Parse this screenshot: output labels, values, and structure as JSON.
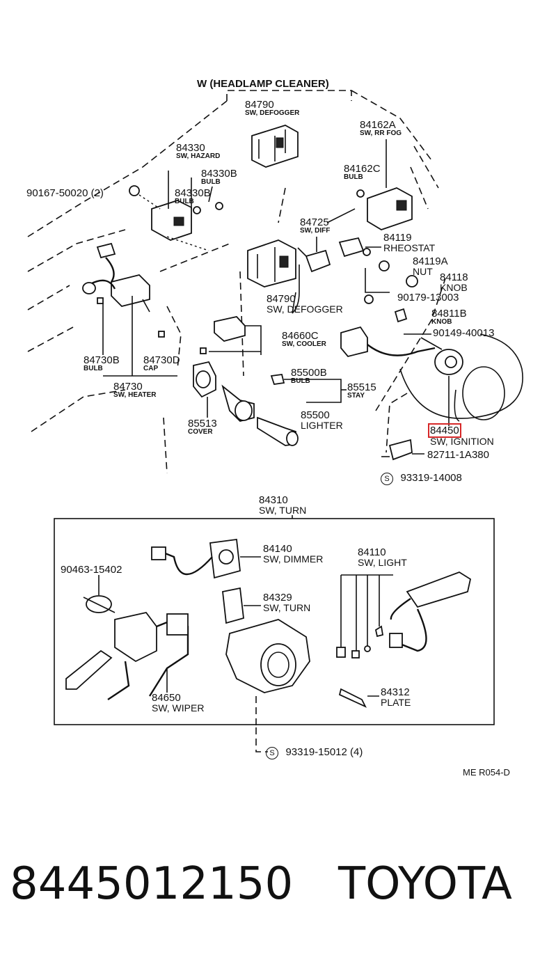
{
  "header_label": "W (HEADLAMP CLEANER)",
  "callouts": [
    {
      "id": "c-84790-top",
      "number": "84790",
      "desc": "SW, DEFOGGER"
    },
    {
      "id": "c-84162A",
      "number": "84162A",
      "desc": "SW, RR FOG"
    },
    {
      "id": "c-84330",
      "number": "84330",
      "desc": "SW, HAZARD"
    },
    {
      "id": "c-84330B-a",
      "number": "84330B",
      "desc": "BULB"
    },
    {
      "id": "c-84330B-b",
      "number": "84330B",
      "desc": "BULB"
    },
    {
      "id": "c-90167",
      "number": "90167-50020 (2)",
      "desc": ""
    },
    {
      "id": "c-84162C",
      "number": "84162C",
      "desc": "BULB"
    },
    {
      "id": "c-84725",
      "number": "84725",
      "desc": "SW, DIFF"
    },
    {
      "id": "c-84119",
      "number": "84119",
      "desc": "RHEOSTAT"
    },
    {
      "id": "c-84119A",
      "number": "84119A",
      "desc": "NUT"
    },
    {
      "id": "c-84118",
      "number": "84118",
      "desc": "KNOB"
    },
    {
      "id": "c-90179",
      "number": "90179-13003",
      "desc": ""
    },
    {
      "id": "c-84811B",
      "number": "84811B",
      "desc": "KNOB"
    },
    {
      "id": "c-84790-mid",
      "number": "84790",
      "desc": "SW, DEFOGGER"
    },
    {
      "id": "c-84660C",
      "number": "84660C",
      "desc": "SW, COOLER"
    },
    {
      "id": "c-90149",
      "number": "90149-40013",
      "desc": ""
    },
    {
      "id": "c-84730B",
      "number": "84730B",
      "desc": "BULB"
    },
    {
      "id": "c-84730D",
      "number": "84730D",
      "desc": "CAP"
    },
    {
      "id": "c-84730",
      "number": "84730",
      "desc": "SW, HEATER"
    },
    {
      "id": "c-85500B",
      "number": "85500B",
      "desc": "BULB"
    },
    {
      "id": "c-85515",
      "number": "85515",
      "desc": "STAY"
    },
    {
      "id": "c-85513",
      "number": "85513",
      "desc": "COVER"
    },
    {
      "id": "c-85500",
      "number": "85500",
      "desc": "LIGHTER"
    },
    {
      "id": "c-84450",
      "number": "84450",
      "desc": "SW, IGNITION",
      "highlighted": true
    },
    {
      "id": "c-82711",
      "number": "82711-1A380",
      "desc": ""
    },
    {
      "id": "c-93319-14008",
      "number": "93319-14008",
      "desc": "",
      "screw_symbol": "S"
    },
    {
      "id": "c-84310",
      "number": "84310",
      "desc": "SW, TURN"
    },
    {
      "id": "c-84140",
      "number": "84140",
      "desc": "SW, DIMMER"
    },
    {
      "id": "c-90463",
      "number": "90463-15402",
      "desc": ""
    },
    {
      "id": "c-84110",
      "number": "84110",
      "desc": "SW, LIGHT"
    },
    {
      "id": "c-84329",
      "number": "84329",
      "desc": "SW, TURN"
    },
    {
      "id": "c-84650",
      "number": "84650",
      "desc": "SW, WIPER"
    },
    {
      "id": "c-84312",
      "number": "84312",
      "desc": "PLATE"
    },
    {
      "id": "c-93319-15012",
      "number": "93319-15012 (4)",
      "desc": "",
      "screw_symbol": "S"
    }
  ],
  "diagram_code": "ME R054-D",
  "footer": {
    "part_number": "8445012150",
    "brand": "TOYOTA"
  },
  "colors": {
    "ink": "#111111",
    "highlight": "#d62728",
    "background": "#ffffff"
  }
}
